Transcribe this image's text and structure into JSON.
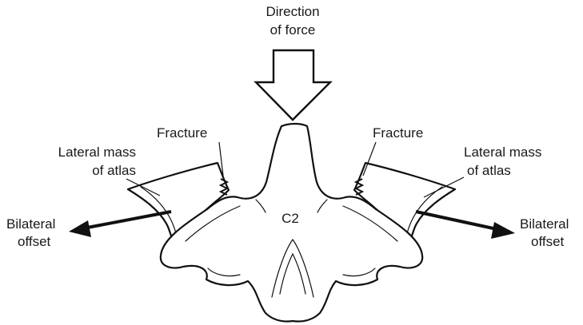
{
  "labels": {
    "direction_of_force": [
      "Direction",
      "of force"
    ],
    "fracture_left": "Fracture",
    "fracture_right": "Fracture",
    "lateral_mass_left": [
      "Lateral mass",
      "of atlas"
    ],
    "lateral_mass_right": [
      "Lateral mass",
      "of atlas"
    ],
    "bilateral_offset_left": [
      "Bilateral",
      "offset"
    ],
    "bilateral_offset_right": [
      "Bilateral",
      "offset"
    ],
    "c2": "C2"
  },
  "colors": {
    "line": "#111111",
    "fill": "#ffffff"
  }
}
